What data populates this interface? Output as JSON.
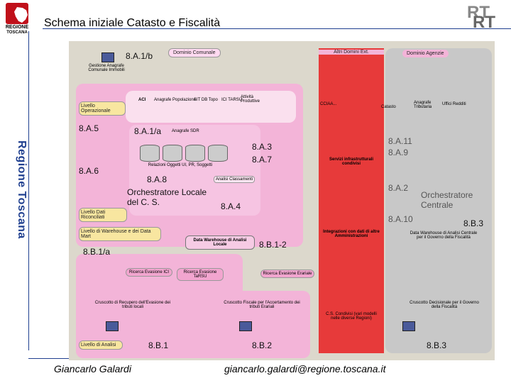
{
  "header": {
    "title": "Schema iniziale Catasto e Fiscalità",
    "logo_line1": "REGIONE",
    "logo_line2": "TOSCANA",
    "corner_logo": "RT"
  },
  "side_label": "Regione Toscana",
  "footer": {
    "author": "Giancarlo Galardi",
    "email": "giancarlo.galardi@regione.toscana.it"
  },
  "diagram": {
    "comune": {
      "code": "8.A.1/b",
      "title": "Dominio Comunale",
      "gestione": "Gestione Anagrafe Comunale Immobili",
      "livello_operazionale": "Livello Operazionale",
      "aci": "ACI",
      "anagrafe": "Anagrafe Popolazione",
      "sit": "SIT DB Topo",
      "ici": "ICI TARSU",
      "attivita": "Attività Produttive",
      "code_a5": "8.A.5",
      "code_a1a": "8.A.1/a",
      "anagrafe_sdr": "Anagrafe SDR",
      "code_a6": "8.A.6",
      "code_a3": "8.A.3",
      "code_a7": "8.A.7",
      "relazioni": "Relazioni Oggetti UI, PR, Soggetti",
      "code_a8": "8.A.8",
      "analisi": "Analisi Classamenti",
      "orch_locale": "Orchestratore Locale del C. S.",
      "code_a4": "8.A.4",
      "livello_riconciliati": "Livello Dati Riconciliati",
      "livello_warehouse": "Livello di Warehouse e dei Data Mart",
      "code_b1a": "8.B.1/a",
      "data_warehouse": "Data Warehouse di Analisi Locale",
      "code_b12": "8.B.1-2",
      "ricerca_ici": "Ricerca Evasione ICI",
      "ricerca_tarsu": "Ricerca Evasione TaRSU",
      "ricerca_erariale": "Ricerca Evasione Erariale",
      "cruscotto_recupero": "Cruscotto di Recupero dell'Evasione dei tributi locali",
      "cruscotto_fiscale": "Cruscotto Fiscale per l'Accertamento dei tributi Erariali",
      "livello_analisi": "Livello di Analisi",
      "code_b1": "8.B.1",
      "code_b2": "8.B.2"
    },
    "servizi": {
      "altri_domini": "Altri Domini Ext.",
      "cciaa": "CCIAA...",
      "servizi_infra": "Servizi infrastrutturali condivisi",
      "integrazioni": "Integrazioni con dati di altre Amministrazioni",
      "cs_condivisi": "C.S. Condivisi (vari modelli nelle diverse Regioni)"
    },
    "agenzie": {
      "title": "Dominio Agenzie",
      "catasto": "Catasto",
      "anagrafe_trib": "Anagrafe Tributaria",
      "uffici": "Uffici Redditi",
      "code_a11": "8.A.11",
      "code_a9": "8.A.9",
      "code_a2": "8.A.2",
      "code_a10": "8.A.10",
      "orch_centrale": "Orchestratore Centrale",
      "code_b3_top": "8.B.3",
      "data_warehouse_centrale": "Data Warehouse di Analisi Centrale per il Governo della Fiscalità",
      "cruscotto_governo": "Cruscotto Decisionale per il Governo della Fiscalità",
      "code_b3_bottom": "8.B.3"
    }
  }
}
